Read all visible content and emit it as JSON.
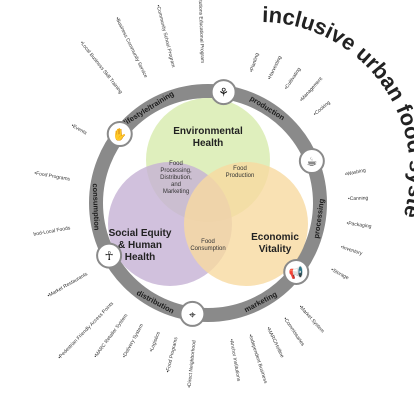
{
  "title": "inclusive urban food system",
  "circles": {
    "environmental": [
      "Environmental",
      "Health"
    ],
    "social": [
      "Social Equity",
      "& Human",
      "Health"
    ],
    "economic": [
      "Economic",
      "Vitality"
    ]
  },
  "overlaps": {
    "env_social": [
      "Food",
      "Processing,",
      "Distribution,",
      "and",
      "Marketing"
    ],
    "env_econ": [
      "Food",
      "Production"
    ],
    "social_econ": [
      "Food",
      "Consumption"
    ]
  },
  "stages": [
    "production",
    "processing",
    "marketing",
    "distribution",
    "consumption",
    "lifestyle/training"
  ],
  "icons": [
    "plant-icon",
    "basket-icon",
    "megaphone-icon",
    "location-icon",
    "utensils-icon",
    "handshake-icon"
  ],
  "items": {
    "production": [
      "•Planting",
      "•Harvesting",
      "•Cultivating",
      "•Management",
      "•Cooking"
    ],
    "processing": [
      "•Washing",
      "•Canning",
      "•Packaging",
      "•Inventory",
      "•Storage"
    ],
    "marketing": [
      "•Market System",
      "•Commissaries",
      "•MARC/Hotline",
      "•Independent Business",
      "•Anchor Institutions"
    ],
    "distribution": [
      "•Direct Neighborhood",
      "•Food Programs",
      "•Logistics",
      "•Delivery System",
      "•MARC Retailer System",
      "•Pedestrian Friendly Access Points"
    ],
    "consumption": [
      "•Market Restaurants",
      "bod-Local Foods",
      "•Food Programs",
      "•Events"
    ],
    "lifestyle": [
      "•Local Business Skill Training",
      "•Business Community Service",
      "•Community School Program",
      "•Anchor Institutions Educational Program"
    ]
  },
  "colors": {
    "environmental": "#d9ecb1",
    "social": "#c6b1d4",
    "economic": "#f8d9a0",
    "ring": "#8a8a8a",
    "text": "#222222"
  }
}
